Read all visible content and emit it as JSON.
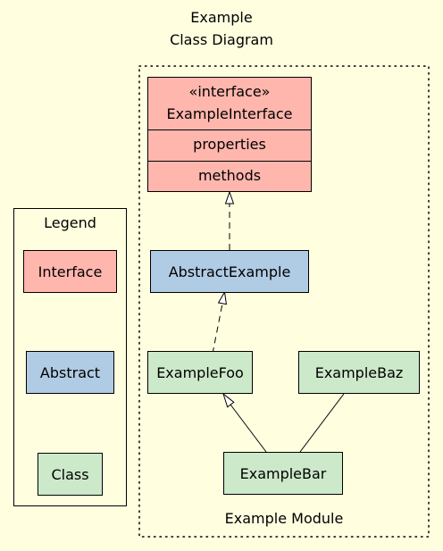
{
  "diagram": {
    "title_line1": "Example",
    "title_line2": "Class Diagram",
    "module_label": "Example Module",
    "legend": {
      "title": "Legend",
      "items": [
        {
          "label": "Interface",
          "kind": "interface"
        },
        {
          "label": "Abstract",
          "kind": "abstract"
        },
        {
          "label": "Class",
          "kind": "class"
        }
      ]
    },
    "interface_node": {
      "stereotype": "«interface»",
      "name": "ExampleInterface",
      "properties": "properties",
      "methods": "methods"
    },
    "abstract_node": {
      "name": "AbstractExample"
    },
    "foo_node": {
      "name": "ExampleFoo"
    },
    "baz_node": {
      "name": "ExampleBaz"
    },
    "bar_node": {
      "name": "ExampleBar"
    },
    "edges": [
      {
        "from": "AbstractExample",
        "to": "ExampleInterface",
        "style": "dashed",
        "arrow": "hollow-triangle"
      },
      {
        "from": "ExampleFoo",
        "to": "AbstractExample",
        "style": "dashed",
        "arrow": "hollow-triangle"
      },
      {
        "from": "ExampleBar",
        "to": "ExampleFoo",
        "style": "solid",
        "arrow": "hollow-triangle"
      },
      {
        "from": "ExampleBar",
        "to": "ExampleBaz",
        "style": "solid",
        "arrow": "none"
      }
    ],
    "colors": {
      "background": "#ffffe0",
      "interface": "#ffb6ad",
      "abstract": "#b0cbe4",
      "class": "#cce9c9",
      "stroke": "#000000"
    }
  }
}
